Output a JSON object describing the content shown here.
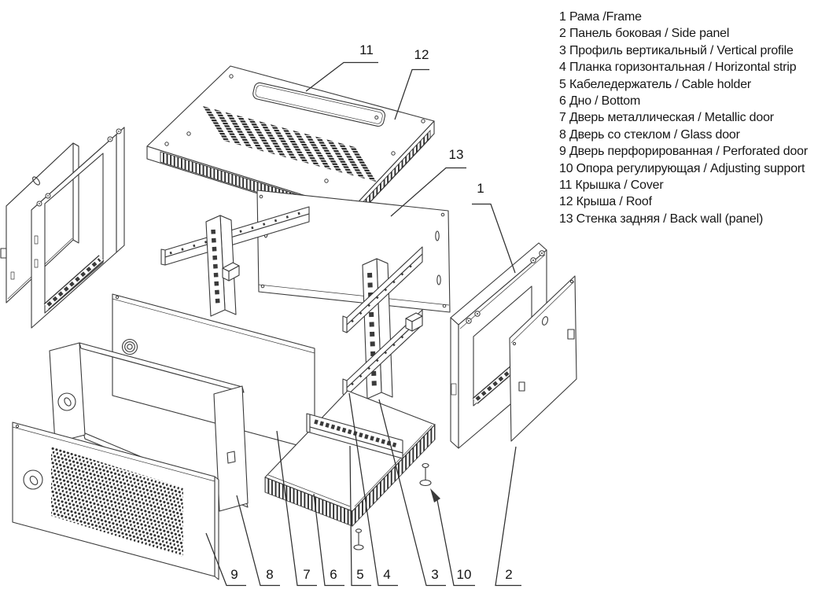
{
  "colors": {
    "line": "#3a3a3a",
    "dark_fill": "#2c2c2c",
    "background": "#ffffff",
    "text": "#161616"
  },
  "legend": {
    "items": [
      {
        "text": "1 Рама /Frame"
      },
      {
        "text": "2 Панель боковая / Side panel"
      },
      {
        "text": "3 Профиль вертикальный / Vertical profile"
      },
      {
        "text": "4 Планка горизонтальная / Horizontal strip"
      },
      {
        "text": "5 Кабеледержатель / Cable holder"
      },
      {
        "text": "6 Дно / Bottom"
      },
      {
        "text": "7 Дверь металлическая / Metallic door"
      },
      {
        "text": "8 Дверь со стеклом / Glass door"
      },
      {
        "text": "9 Дверь перфорированная / Perforated door"
      },
      {
        "text": "10 Опора регулирующая / Adjusting support"
      },
      {
        "text": "11 Крышка / Cover"
      },
      {
        "text": "12 Крыша / Roof"
      },
      {
        "text": "13 Стенка задняя / Back wall (panel)"
      }
    ]
  },
  "callouts": {
    "n1": "1",
    "n2": "2",
    "n3": "3",
    "n4": "4",
    "n5": "5",
    "n6": "6",
    "n7": "7",
    "n8": "8",
    "n9": "9",
    "n10": "10",
    "n11": "11",
    "n12": "12",
    "n13": "13"
  }
}
